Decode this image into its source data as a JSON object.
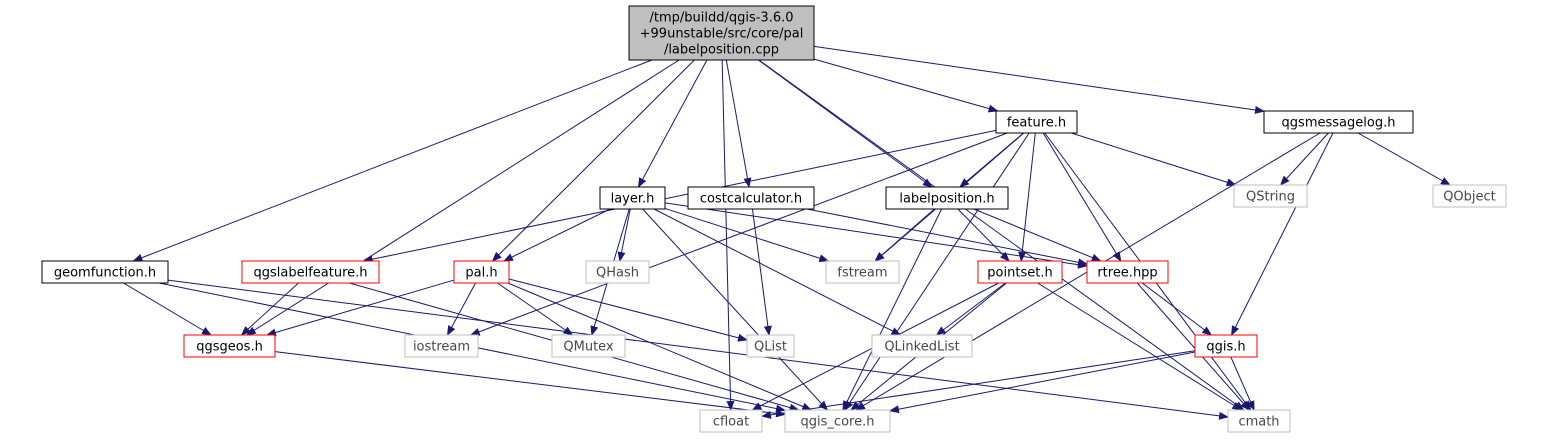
{
  "nodes": [
    {
      "id": "root",
      "lines": [
        "/tmp/buildd/qgis-3.6.0",
        "+99unstable/src/core/pal",
        "/labelposition.cpp"
      ],
      "kind": "root"
    },
    {
      "id": "feature",
      "lines": [
        "feature.h"
      ],
      "kind": "doc"
    },
    {
      "id": "qgsmessagelog",
      "lines": [
        "qgsmessagelog.h"
      ],
      "kind": "doc"
    },
    {
      "id": "layer",
      "lines": [
        "layer.h"
      ],
      "kind": "doc"
    },
    {
      "id": "costcalculator",
      "lines": [
        "costcalculator.h"
      ],
      "kind": "doc"
    },
    {
      "id": "labelposition",
      "lines": [
        "labelposition.h"
      ],
      "kind": "doc"
    },
    {
      "id": "geomfunction",
      "lines": [
        "geomfunction.h"
      ],
      "kind": "doc"
    },
    {
      "id": "qgslabelfeature",
      "lines": [
        "qgslabelfeature.h"
      ],
      "kind": "partial"
    },
    {
      "id": "pal",
      "lines": [
        "pal.h"
      ],
      "kind": "partial"
    },
    {
      "id": "pointset",
      "lines": [
        "pointset.h"
      ],
      "kind": "partial"
    },
    {
      "id": "rtree",
      "lines": [
        "rtree.hpp"
      ],
      "kind": "partial"
    },
    {
      "id": "qgsgeos",
      "lines": [
        "qgsgeos.h"
      ],
      "kind": "partial"
    },
    {
      "id": "qgis",
      "lines": [
        "qgis.h"
      ],
      "kind": "partial"
    },
    {
      "id": "QString",
      "lines": [
        "QString"
      ],
      "kind": "ext"
    },
    {
      "id": "QObject",
      "lines": [
        "QObject"
      ],
      "kind": "ext"
    },
    {
      "id": "QHash",
      "lines": [
        "QHash"
      ],
      "kind": "ext"
    },
    {
      "id": "fstream",
      "lines": [
        "fstream"
      ],
      "kind": "ext"
    },
    {
      "id": "iostream",
      "lines": [
        "iostream"
      ],
      "kind": "ext"
    },
    {
      "id": "QMutex",
      "lines": [
        "QMutex"
      ],
      "kind": "ext"
    },
    {
      "id": "QList",
      "lines": [
        "QList"
      ],
      "kind": "ext"
    },
    {
      "id": "QLinkedList",
      "lines": [
        "QLinkedList"
      ],
      "kind": "ext"
    },
    {
      "id": "cfloat",
      "lines": [
        "cfloat"
      ],
      "kind": "ext"
    },
    {
      "id": "qgis_core",
      "lines": [
        "qgis_core.h"
      ],
      "kind": "ext"
    },
    {
      "id": "cmath",
      "lines": [
        "cmath"
      ],
      "kind": "ext"
    }
  ],
  "edges": [
    [
      "root",
      "feature"
    ],
    [
      "root",
      "qgsmessagelog"
    ],
    [
      "root",
      "layer"
    ],
    [
      "root",
      "costcalculator"
    ],
    [
      "root",
      "labelposition"
    ],
    [
      "root",
      "geomfunction"
    ],
    [
      "root",
      "pal"
    ],
    [
      "root",
      "qgsgeos"
    ],
    [
      "root",
      "cfloat"
    ],
    [
      "root",
      "cmath"
    ],
    [
      "feature",
      "labelposition"
    ],
    [
      "feature",
      "pointset"
    ],
    [
      "feature",
      "rtree"
    ],
    [
      "feature",
      "QString"
    ],
    [
      "feature",
      "fstream"
    ],
    [
      "feature",
      "iostream"
    ],
    [
      "feature",
      "qgslabelfeature"
    ],
    [
      "feature",
      "qgis_core"
    ],
    [
      "feature",
      "cmath"
    ],
    [
      "qgsmessagelog",
      "QString"
    ],
    [
      "qgsmessagelog",
      "QObject"
    ],
    [
      "qgsmessagelog",
      "qgis"
    ],
    [
      "qgsmessagelog",
      "qgis_core"
    ],
    [
      "layer",
      "pal"
    ],
    [
      "layer",
      "QHash"
    ],
    [
      "layer",
      "fstream"
    ],
    [
      "layer",
      "rtree"
    ],
    [
      "layer",
      "QMutex"
    ],
    [
      "layer",
      "QLinkedList"
    ],
    [
      "layer",
      "qgis_core"
    ],
    [
      "costcalculator",
      "QList"
    ],
    [
      "costcalculator",
      "rtree"
    ],
    [
      "labelposition",
      "fstream"
    ],
    [
      "labelposition",
      "pointset"
    ],
    [
      "labelposition",
      "rtree"
    ],
    [
      "labelposition",
      "qgis_core"
    ],
    [
      "geomfunction",
      "qgsgeos"
    ],
    [
      "geomfunction",
      "qgis_core"
    ],
    [
      "geomfunction",
      "cmath"
    ],
    [
      "qgslabelfeature",
      "qgsgeos"
    ],
    [
      "qgslabelfeature",
      "qgis_core"
    ],
    [
      "pal",
      "qgsgeos"
    ],
    [
      "pal",
      "iostream"
    ],
    [
      "pal",
      "QMutex"
    ],
    [
      "pal",
      "QList"
    ],
    [
      "pal",
      "qgis_core"
    ],
    [
      "pointset",
      "QLinkedList"
    ],
    [
      "pointset",
      "cmath"
    ],
    [
      "pointset",
      "cfloat"
    ],
    [
      "pointset",
      "qgis_core"
    ],
    [
      "rtree",
      "qgis"
    ],
    [
      "rtree",
      "cmath"
    ],
    [
      "qgsgeos",
      "qgis_core"
    ],
    [
      "qgis",
      "cfloat"
    ],
    [
      "qgis",
      "qgis_core"
    ],
    [
      "qgis",
      "cmath"
    ]
  ],
  "colors": {
    "edge": "#191970",
    "doc_border": "#000000",
    "partial_border": "#ff0000",
    "ext_border": "#bfbfbf",
    "ext_text": "#474747",
    "root_fill": "#bfbfbf"
  }
}
